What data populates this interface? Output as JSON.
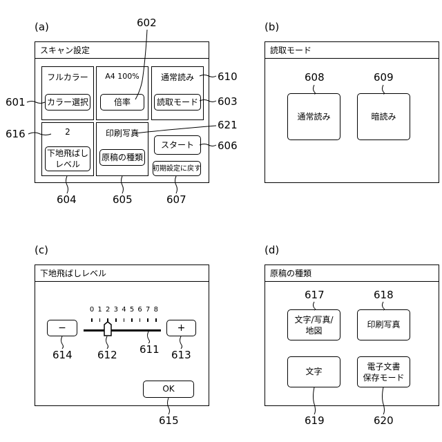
{
  "panels": {
    "a": {
      "label": "(a)",
      "title": "スキャン設定",
      "color_mode_value": "フルカラー",
      "color_select_button": "カラー選択",
      "size_ratio_value": "A4 100%",
      "ratio_button": "倍率",
      "read_mode_value": "通常読み",
      "read_mode_button": "読取モード",
      "bg_level_value": "2",
      "bg_level_button": "下地飛ばし\nレベル",
      "doc_type_value": "印刷写真",
      "doc_type_button": "原稿の種類",
      "start_button": "スタート",
      "reset_button": "初期設定に戻す"
    },
    "b": {
      "label": "(b)",
      "title": "読取モード",
      "normal_read_button": "通常読み",
      "dark_read_button": "暗読み"
    },
    "c": {
      "label": "(c)",
      "title": "下地飛ばしレベル",
      "minus_button": "−",
      "plus_button": "+",
      "scale": [
        "0",
        "1",
        "2",
        "3",
        "4",
        "5",
        "6",
        "7",
        "8"
      ],
      "slider_value": 2,
      "ok_button": "OK"
    },
    "d": {
      "label": "(d)",
      "title": "原稿の種類",
      "text_photo_map_button": "文字/写真/\n地図",
      "print_photo_button": "印刷写真",
      "text_button": "文字",
      "e_document_button": "電子文書\n保存モード"
    }
  },
  "refs": {
    "r601": "601",
    "r602": "602",
    "r603": "603",
    "r604": "604",
    "r605": "605",
    "r606": "606",
    "r607": "607",
    "r608": "608",
    "r609": "609",
    "r610": "610",
    "r611": "611",
    "r612": "612",
    "r613": "613",
    "r614": "614",
    "r615": "615",
    "r616": "616",
    "r617": "617",
    "r618": "618",
    "r619": "619",
    "r620": "620",
    "r621": "621"
  }
}
